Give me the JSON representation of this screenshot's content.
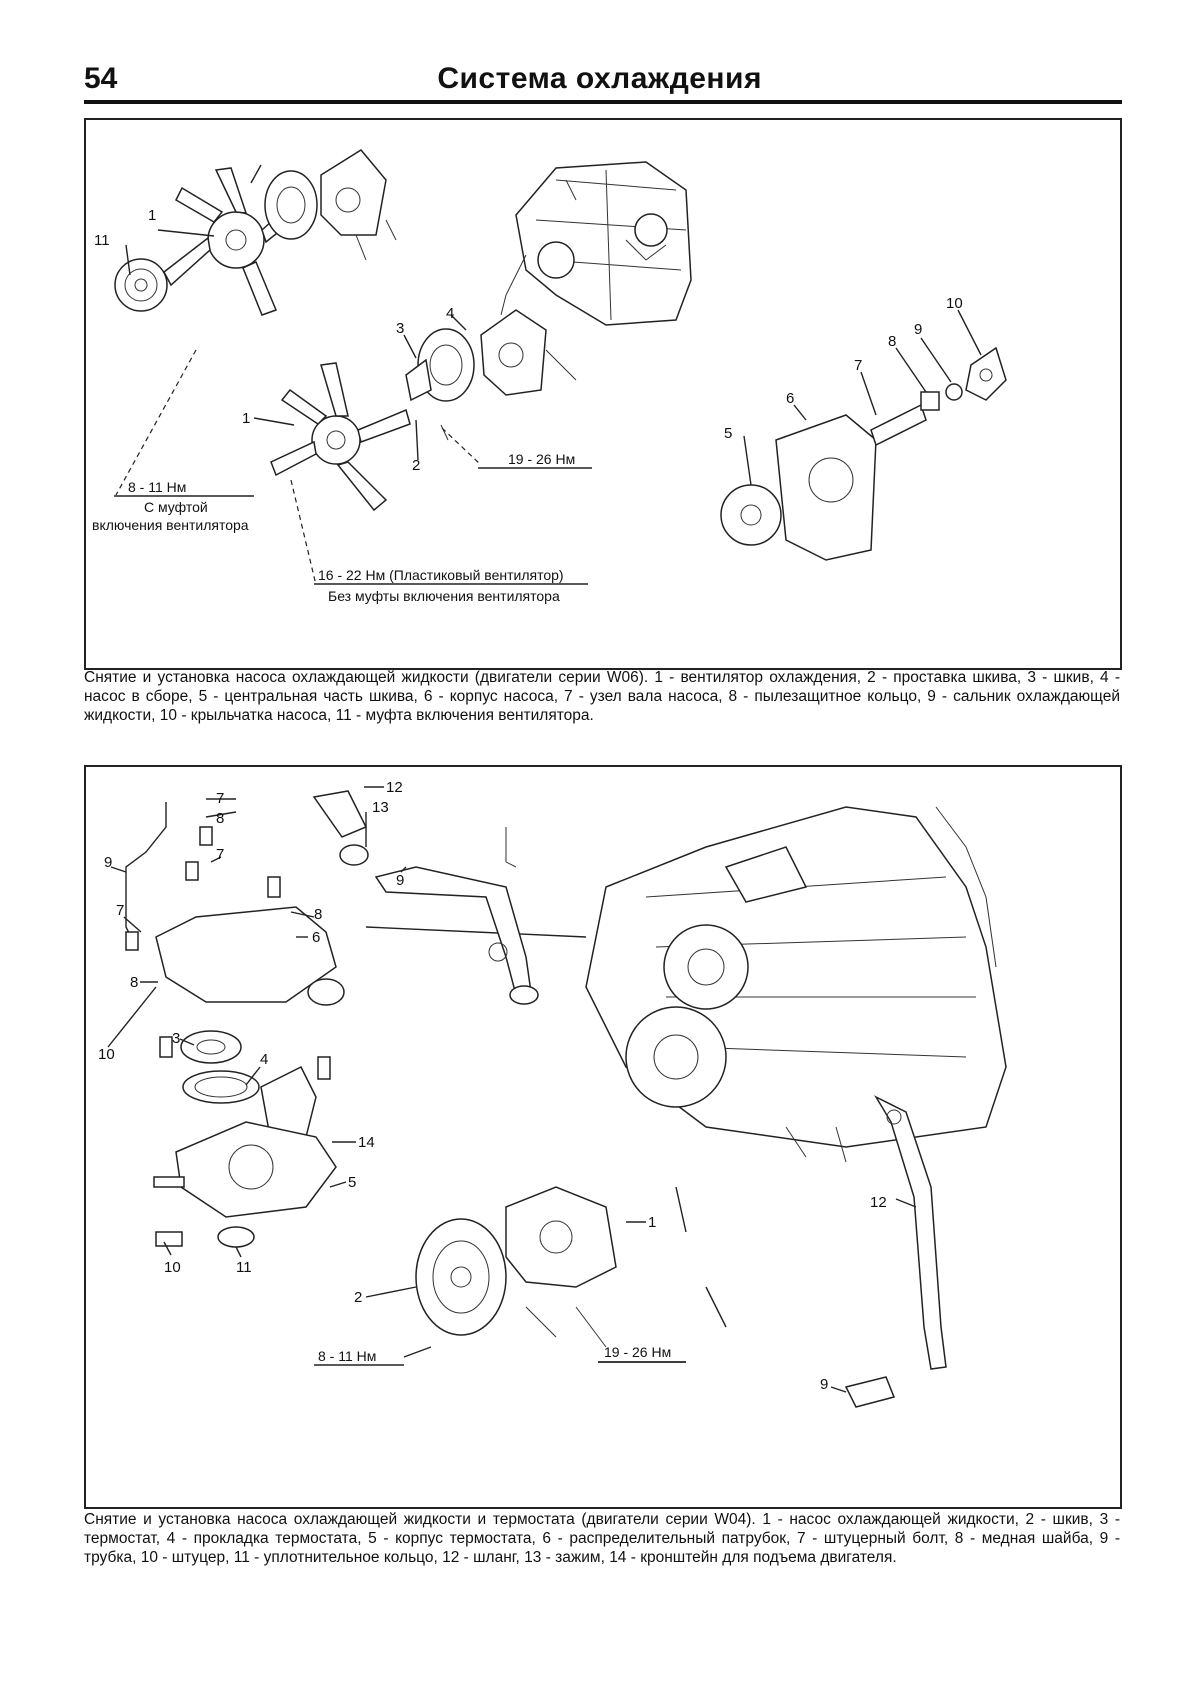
{
  "header": {
    "page_number": "54",
    "title": "Система охлаждения"
  },
  "figure1": {
    "labels": {
      "n1a": "1",
      "n1b": "1",
      "n2": "2",
      "n3": "3",
      "n4": "4",
      "n5": "5",
      "n6": "6",
      "n7": "7",
      "n8": "8",
      "n9": "9",
      "n10": "10",
      "n11": "11"
    },
    "torque_8_11": "8 - 11 Нм",
    "torque_8_11_note_1": "С муфтой",
    "torque_8_11_note_2": "включения вентилятора",
    "torque_19_26": "19 - 26 Нм",
    "torque_16_22": "16 - 22 Нм (Пластиковый вентилятор)",
    "torque_16_22_note": "Без муфты включения вентилятора",
    "caption": "Снятие и установка насоса охлаждающей жидкости (двигатели серии W06). 1 - вентилятор охлаждения, 2 - проставка шкива, 3 - шкив, 4 - насос в сборе, 5 - центральная часть шкива, 6 - корпус насоса, 7 - узел вала насоса, 8 - пылезащитное кольцо, 9 - сальник охлаждающей жидкости, 10 - крыльчатка насоса, 11 - муфта включения вентилятора."
  },
  "figure2": {
    "labels": {
      "n7a": "7",
      "n8a": "8",
      "n9a": "9",
      "n7b": "7",
      "n8b": "8",
      "n7c": "7",
      "n6": "6",
      "n8c": "8",
      "n10a": "10",
      "n3": "3",
      "n4": "4",
      "n14": "14",
      "n5": "5",
      "n10b": "10",
      "n11": "11",
      "n12a": "12",
      "n13": "13",
      "n9b": "9",
      "n12b": "12",
      "n9c": "9",
      "n1": "1",
      "n2": "2"
    },
    "torque_8_11": "8 - 11 Нм",
    "torque_19_26": "19 - 26 Нм",
    "caption": "Снятие и установка насоса охлаждающей жидкости и термостата (двигатели серии W04). 1 - насос охлаждающей жидкости, 2 - шкив, 3 - термостат, 4 - прокладка термостата, 5 - корпус термостата, 6 - распределительный патрубок, 7 - штуцерный болт, 8 - медная шайба, 9 - трубка, 10 - штуцер, 11 - уплотнительное кольцо, 12 - шланг, 13 - зажим, 14 - кронштейн для подъема двигателя."
  }
}
